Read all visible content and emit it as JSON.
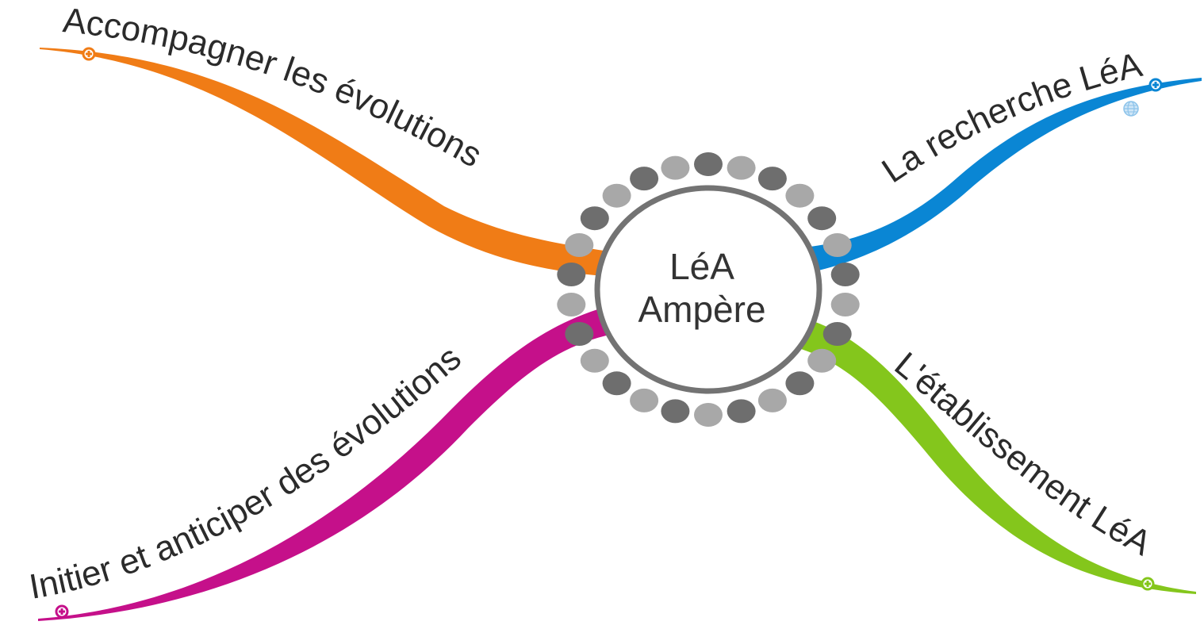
{
  "map": {
    "central_topic": {
      "line1": "LéA",
      "line2": "Ampère",
      "ring_color": "#737373",
      "bead_colors": [
        "#6e6e6e",
        "#a8a8a8"
      ]
    },
    "branches": [
      {
        "id": "accompagner",
        "label": "Accompagner les évolutions",
        "color": "#f07c16",
        "icon": "expand-plus-icon"
      },
      {
        "id": "recherche",
        "label": "La recherche LéA",
        "color": "#0a86d4",
        "icon": "expand-plus-icon",
        "extra_icon": "globe-link-icon"
      },
      {
        "id": "initier",
        "label": "Initier et anticiper des évolutions",
        "color": "#c5108a",
        "icon": "expand-plus-icon"
      },
      {
        "id": "etablissement",
        "label": "L'établissement LéA",
        "color": "#84c61c",
        "icon": "expand-plus-icon"
      }
    ]
  }
}
